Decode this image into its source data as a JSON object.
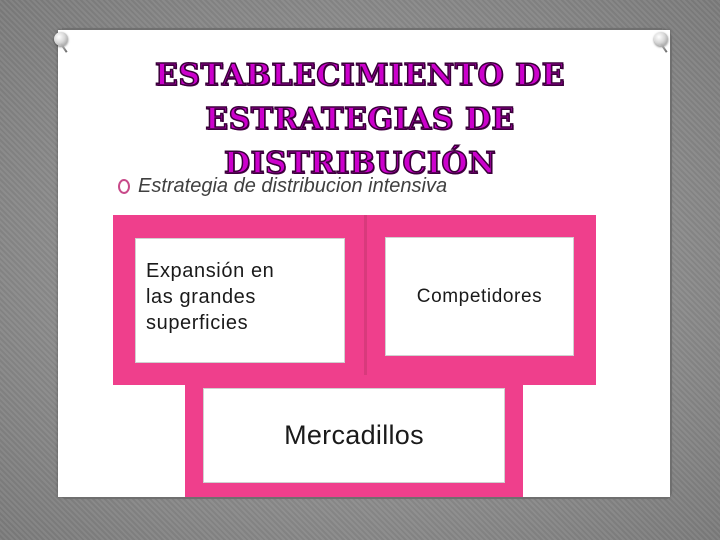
{
  "slide": {
    "title_lines": [
      "ESTABLECIMIENTO DE",
      "ESTRATEGIAS DE",
      "DISTRIBUCIÓN"
    ],
    "bullet": "Estrategia de distribucion intensiva",
    "boxes": {
      "left_lines": [
        "Expansión en",
        "las grandes",
        "superficies"
      ],
      "right": "Competidores",
      "bottom": "Mercadillos"
    }
  },
  "colors": {
    "title": "#cc00cc",
    "accent_pink": "#ef3f8c",
    "background_gray": "#8f8f8f"
  }
}
